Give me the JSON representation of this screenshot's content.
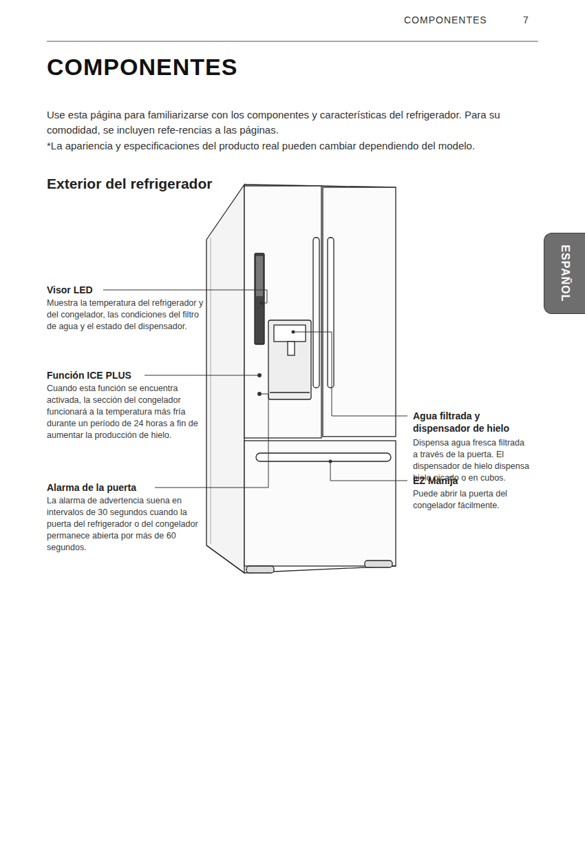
{
  "diagram": {
    "title": "COMPONENTES",
    "nodes": [
      {
        "text": [
          "ESPAÑOL"
        ]
      }
    ],
    "labels": [
      "COMPONENTES",
      "7",
      "Use esta página para familiarizarse con los componentes y características del refrigerador. Para su comodidad, se incluyen refe-rencias a las páginas.",
      "*La apariencia y especificaciones del producto real pueden cambiar dependiendo del modelo.",
      "Exterior del refrigerador",
      "Visor LED",
      "Muestra la temperatura del refrigerador y del congelador, las condiciones del filtro de agua y el estado del dispensador.",
      "Función ICE PLUS",
      "Cuando esta función se encuentra activada, la sección del congelador funcionará a la temperatura más fría durante un período de 24 horas a fin de aumentar la producción de hielo.",
      "Alarma de la puerta",
      "La alarma de advertencia suena en intervalos de 30 segundos cuando la puerta del refrigerador o del congelador permanece abierta por más de 60 segundos.",
      "Agua filtrada y dispensador de hielo",
      "Dispensa agua fresca filtrada a través de la puerta. El dispensador de hielo dispensa hielo picado o en cubos.",
      "EZ Manija",
      "Puede abrir la puerta del congelador fácilmente."
    ]
  }
}
